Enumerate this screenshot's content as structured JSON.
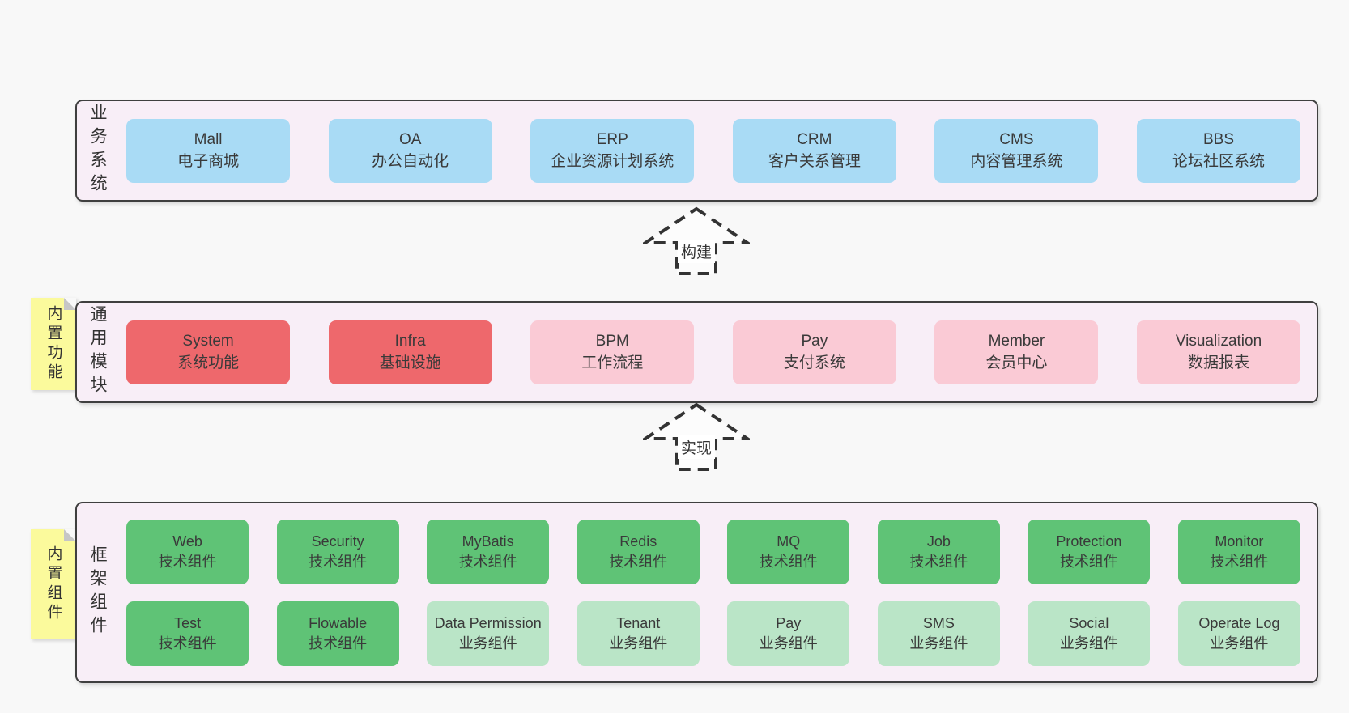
{
  "colors": {
    "page_bg": "#f8f8f8",
    "layer_bg": "#f8eef7",
    "layer_border": "#3f3f3f",
    "box_blue": "#a9dbf5",
    "box_red": "#ee686c",
    "box_pink": "#facad5",
    "box_green": "#5fc376",
    "box_green_light": "#bae5c7",
    "note_yellow": "#fbfa9c",
    "fold_gray": "#c6c6c6",
    "text": "#3a3a3a"
  },
  "layers": {
    "business": {
      "label": "业务系统",
      "boxes": [
        {
          "name": "Mall",
          "desc": "电子商城"
        },
        {
          "name": "OA",
          "desc": "办公自动化"
        },
        {
          "name": "ERP",
          "desc": "企业资源计划系统"
        },
        {
          "name": "CRM",
          "desc": "客户关系管理"
        },
        {
          "name": "CMS",
          "desc": "内容管理系统"
        },
        {
          "name": "BBS",
          "desc": "论坛社区系统"
        }
      ]
    },
    "modules": {
      "note": "内置功能",
      "label": "通用模块",
      "boxes": [
        {
          "name": "System",
          "desc": "系统功能"
        },
        {
          "name": "Infra",
          "desc": "基础设施"
        },
        {
          "name": "BPM",
          "desc": "工作流程"
        },
        {
          "name": "Pay",
          "desc": "支付系统"
        },
        {
          "name": "Member",
          "desc": "会员中心"
        },
        {
          "name": "Visualization",
          "desc": "数据报表"
        }
      ]
    },
    "framework": {
      "note": "内置组件",
      "label": "框架组件",
      "row1": [
        {
          "name": "Web",
          "desc": "技术组件"
        },
        {
          "name": "Security",
          "desc": "技术组件"
        },
        {
          "name": "MyBatis",
          "desc": "技术组件"
        },
        {
          "name": "Redis",
          "desc": "技术组件"
        },
        {
          "name": "MQ",
          "desc": "技术组件"
        },
        {
          "name": "Job",
          "desc": "技术组件"
        },
        {
          "name": "Protection",
          "desc": "技术组件"
        },
        {
          "name": "Monitor",
          "desc": "技术组件"
        }
      ],
      "row2": [
        {
          "name": "Test",
          "desc": "技术组件"
        },
        {
          "name": "Flowable",
          "desc": "技术组件"
        },
        {
          "name": "Data Permission",
          "desc": "业务组件"
        },
        {
          "name": "Tenant",
          "desc": "业务组件"
        },
        {
          "name": "Pay",
          "desc": "业务组件"
        },
        {
          "name": "SMS",
          "desc": "业务组件"
        },
        {
          "name": "Social",
          "desc": "业务组件"
        },
        {
          "name": "Operate Log",
          "desc": "业务组件"
        }
      ]
    }
  },
  "arrows": [
    {
      "label": "构建"
    },
    {
      "label": "实现"
    }
  ]
}
